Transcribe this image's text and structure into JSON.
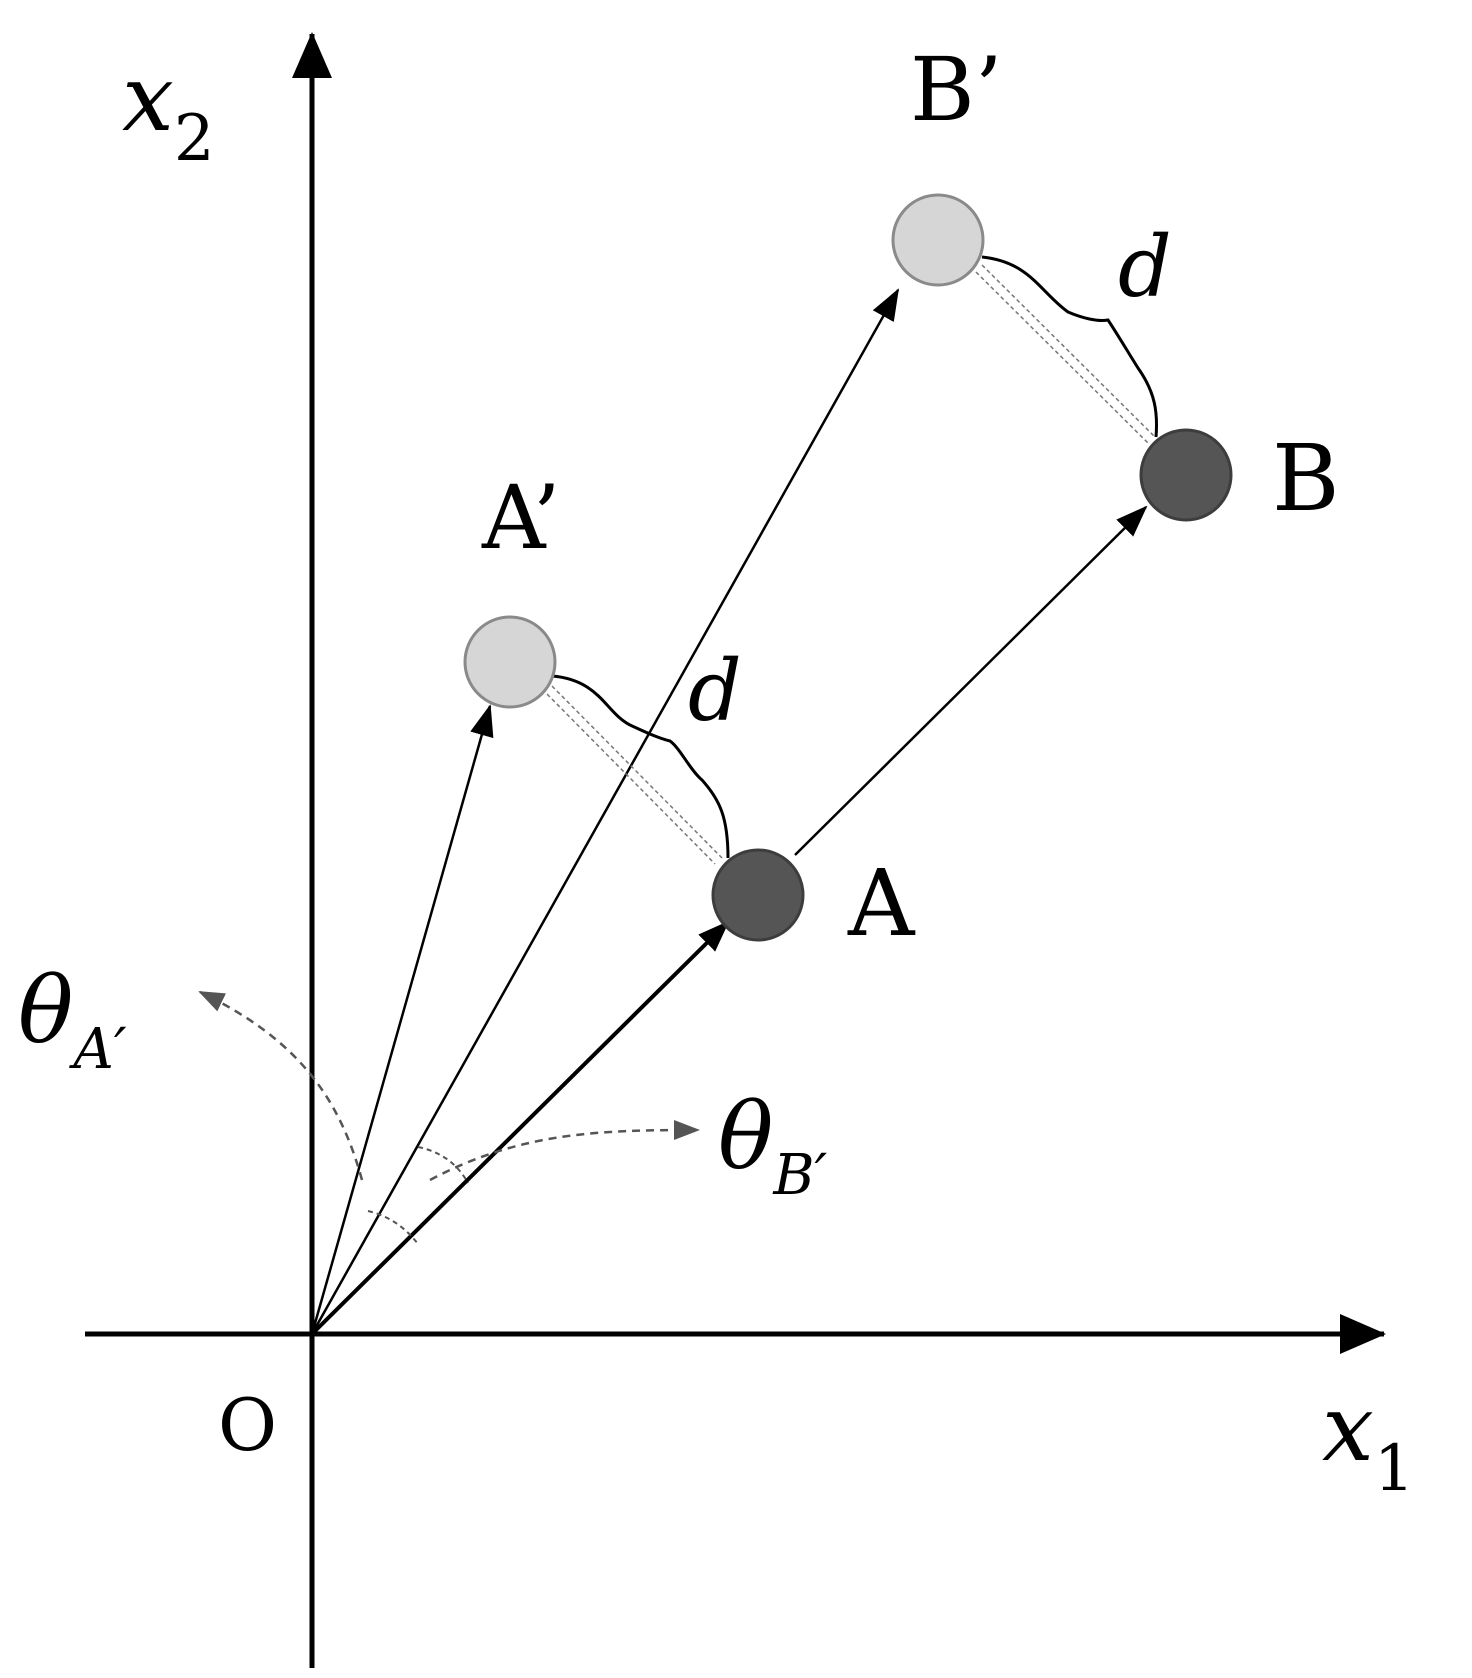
{
  "axes": {
    "x_label_var": "x",
    "x_label_sub": "1",
    "y_label_var": "x",
    "y_label_sub": "2",
    "origin_label": "O"
  },
  "points": {
    "A": {
      "label": "A",
      "kind": "original"
    },
    "B": {
      "label": "B",
      "kind": "original"
    },
    "A_prime": {
      "label": "A’",
      "kind": "transformed"
    },
    "B_prime": {
      "label": "B’",
      "kind": "transformed"
    }
  },
  "distances": {
    "AA_prime": "d",
    "BB_prime": "d"
  },
  "angles": {
    "theta_A_prime": {
      "symbol": "θ",
      "sub": "A′"
    },
    "theta_B_prime": {
      "symbol": "θ",
      "sub": "B′"
    }
  },
  "colors": {
    "original_fill": "#555555",
    "transformed_fill": "#d6d6d6",
    "transformed_stroke": "#8a8a8a",
    "line": "#000000",
    "dashed": "#555555"
  }
}
